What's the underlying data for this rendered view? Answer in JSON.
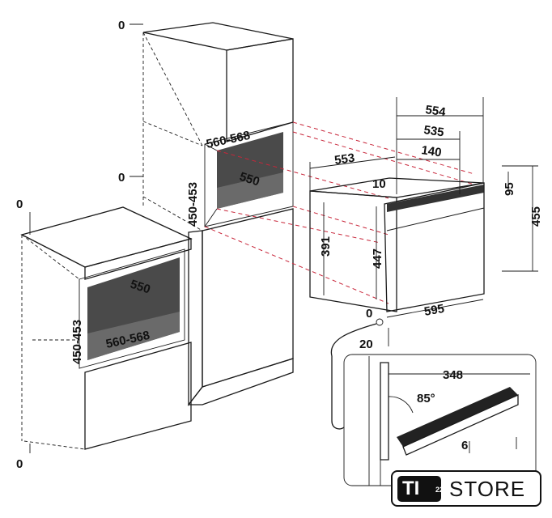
{
  "diagram": {
    "tall_cabinet": {
      "niche_width": "560-568",
      "niche_depth": "550",
      "niche_height": "450-453",
      "top_gap": "0",
      "side_gap": "0"
    },
    "base_cabinet": {
      "niche_width": "560-568",
      "niche_depth": "550",
      "niche_height": "450-453",
      "top_gap": "0",
      "bottom_gap": "0"
    },
    "oven": {
      "total_depth": "554",
      "body_depth": "535",
      "front_depth": "140",
      "side_depth": "553",
      "panel_thickness": "10",
      "panel_height": "95",
      "total_height": "455",
      "inner_height": "447",
      "body_height": "391",
      "width": "595",
      "foot_gap": "0",
      "foot_offset": "20"
    },
    "door_detail": {
      "door_length": "348",
      "opening_angle": "85°",
      "clearance": "6"
    }
  },
  "brand": {
    "mark": "TI",
    "superscript": "22",
    "word": "STORE"
  }
}
